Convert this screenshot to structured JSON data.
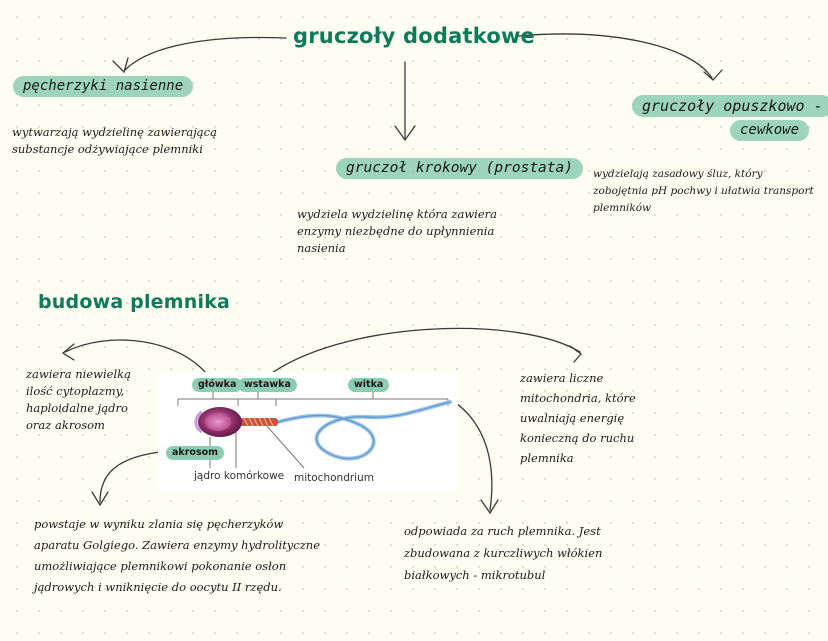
{
  "titles": {
    "main": "gruczoły dodatkowe",
    "section": "budowa plemnika"
  },
  "glands": {
    "seminal": {
      "label": "pęcherzyki nasienne",
      "desc": [
        "wytwarzają wydzielinę zawierającą",
        "substancje odżywiające plemniki"
      ]
    },
    "prostate": {
      "label": "gruczoł krokowy (prostata)",
      "desc": [
        "wydziela wydzielinę która zawiera",
        "enzymy niezbędne do upłynnienia",
        "nasienia"
      ]
    },
    "bulbourethral": {
      "label_line1": "gruczoły opuszkowo -",
      "label_line2": "cewkowe",
      "desc": [
        "wydzielają zasadowy śluz, który",
        "zobojętnia pH pochwy i ułatwia transport",
        "plemników"
      ]
    }
  },
  "sperm": {
    "head_desc": [
      "zawiera niewielką",
      "ilość cytoplazmy,",
      "haploidalne jądro",
      "oraz akrosom"
    ],
    "midpiece_desc": [
      "zawiera liczne",
      "mitochondria, które",
      "uwalniają energię",
      "konieczną do ruchu",
      "plemnika"
    ],
    "acrosome_desc": [
      "powstaje w wyniku zlania się pęcherzyków",
      "aparatu Golgiego. Zawiera enzymy hydrolityczne",
      "umożliwiające plemnikowi pokonanie osłon",
      "jądrowych i wniknięcie do oocytu II rzędu."
    ],
    "tail_desc": [
      "odpowiada za ruch plemnika. Jest",
      "zbudowana z kurczliwych włókien",
      "białkowych - mikrotubul"
    ],
    "figure_labels": {
      "head": "główka",
      "midpiece": "wstawka",
      "tail": "witka",
      "acrosome": "akrosom",
      "nucleus": "jądro komórkowe",
      "mitochondrion": "mitochondrium"
    }
  },
  "colors": {
    "title": "#0f7a5a",
    "highlight": "#7ec5a8",
    "background": "#fdfdf2"
  }
}
